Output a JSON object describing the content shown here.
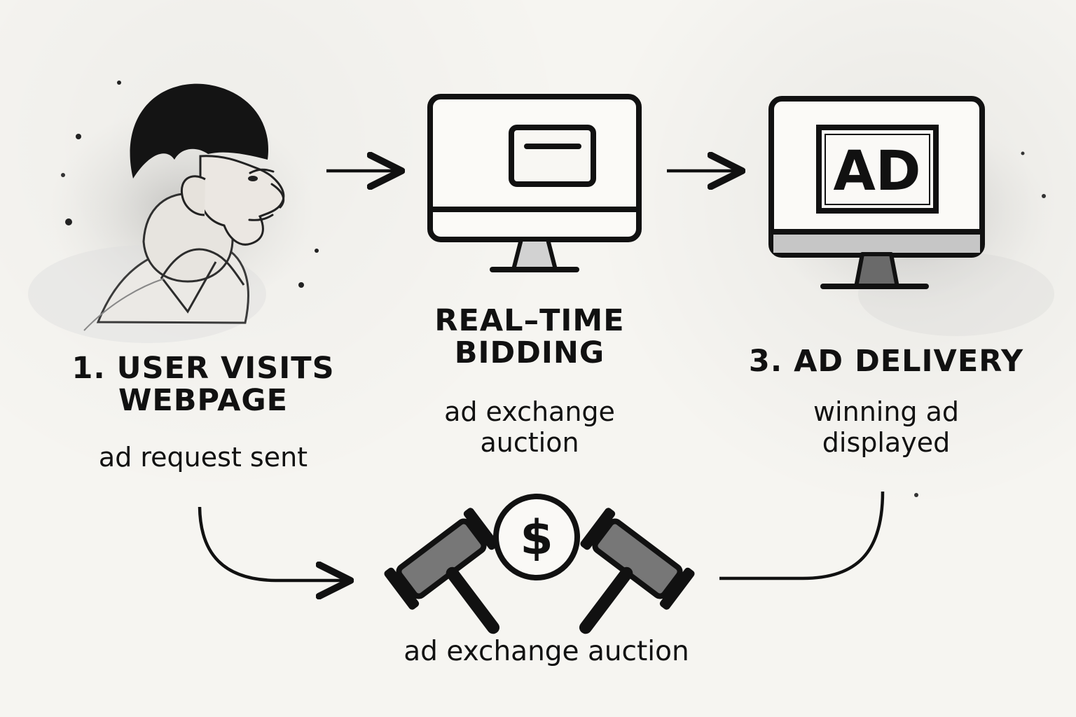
{
  "steps": [
    {
      "title": "1. USER VISITS\nWEBPAGE",
      "subtitle": "ad request sent"
    },
    {
      "title": "REAL–TIME\nBIDDING",
      "subtitle": "ad exchange\nauction"
    },
    {
      "title": "3. AD DELIVERY",
      "subtitle": "winning ad\ndisplayed",
      "screen_text": "AD"
    }
  ],
  "auction": {
    "label": "ad exchange auction",
    "currency_symbol": "$"
  },
  "icons": {
    "person": "person-icon",
    "monitor_bidding": "monitor-icon",
    "monitor_ad": "monitor-ad-icon",
    "gavel_left": "gavel-icon",
    "coin": "dollar-coin-icon",
    "gavel_right": "gavel-icon"
  },
  "colors": {
    "background": "#f6f5f1",
    "ink": "#111111",
    "gray_fill": "#7a7a7a",
    "soft_gray": "#d8d8d8"
  }
}
